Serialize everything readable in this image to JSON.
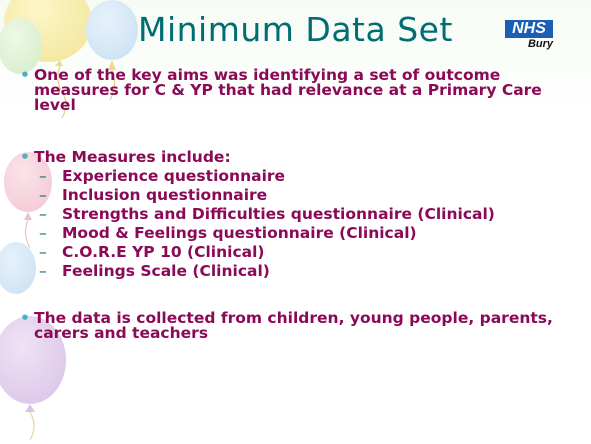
{
  "title": "Minimum Data Set",
  "logo": {
    "mark": "NHS",
    "place": "Bury",
    "color": "#1a5fb4"
  },
  "bullets": [
    {
      "text": "One of the key aims was identifying a set of outcome measures for C & YP that had relevance at a Primary Care level"
    },
    {
      "text": "The Measures include:",
      "items": [
        "Experience questionnaire",
        "Inclusion questionnaire",
        "Strengths and Difficulties questionnaire (Clinical)",
        "Mood & Feelings questionnaire (Clinical)",
        "C.O.R.E YP 10 (Clinical)",
        "Feelings Scale (Clinical)"
      ]
    },
    {
      "text": "The data is collected from children, young people, parents, carers and teachers"
    }
  ],
  "colors": {
    "title": "#006d72",
    "body_text": "#8b0a57",
    "bullet": "#4ab0c4"
  }
}
